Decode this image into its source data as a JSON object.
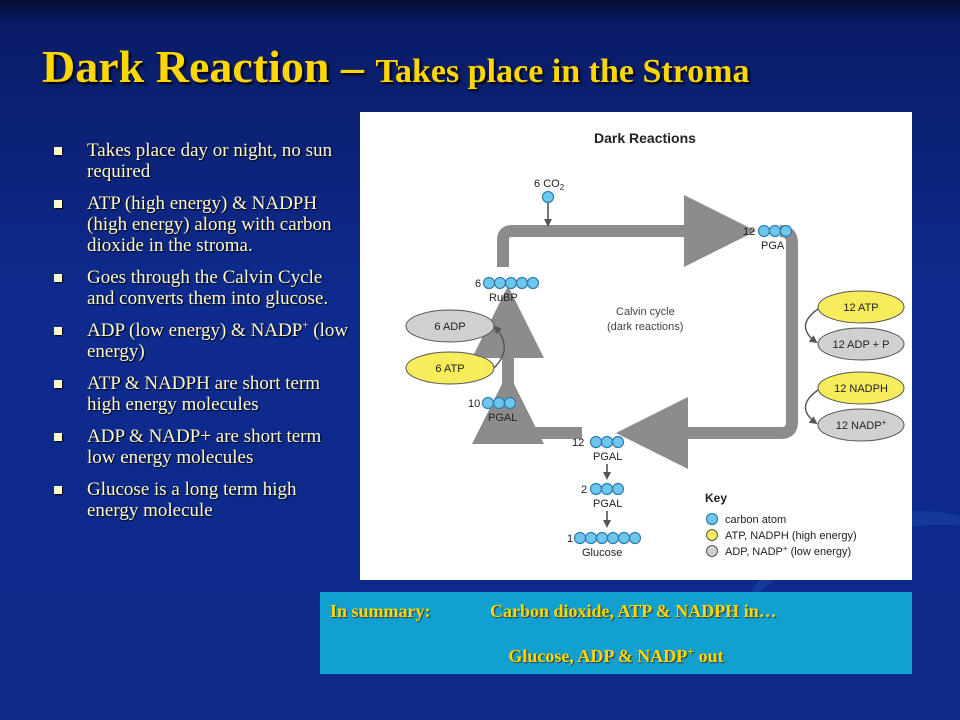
{
  "title": {
    "main": "Dark Reaction – ",
    "sub": "Takes place in the Stroma"
  },
  "bullets": [
    {
      "text": "Takes place day or night, no sun required"
    },
    {
      "text": "ATP (high energy) & NADPH (high energy) along with carbon dioxide in the stroma."
    },
    {
      "text": "Goes through the Calvin Cycle and converts them into glucose."
    },
    {
      "pre": "ADP (low energy) & NADP",
      "sup": "+",
      "post": " (low energy)"
    },
    {
      "text": "ATP & NADPH are short term high energy molecules"
    },
    {
      "text": "ADP & NADP+ are short term low energy molecules"
    },
    {
      "text": "Glucose is a long term high energy molecule"
    }
  ],
  "diagram": {
    "title": "Dark Reactions",
    "co2": {
      "count": "6",
      "label": "CO",
      "sub": "2"
    },
    "pga": {
      "count": "12",
      "label": "PGA"
    },
    "rubp": {
      "count": "6",
      "label": "RuBP"
    },
    "pgal10": {
      "count": "10",
      "label": "PGAL"
    },
    "pgal12": {
      "count": "12",
      "label": "PGAL"
    },
    "pgal2": {
      "count": "2",
      "label": "PGAL"
    },
    "glucose": {
      "count": "1",
      "label": "Glucose"
    },
    "cycle_line1": "Calvin cycle",
    "cycle_line2": "(dark reactions)",
    "ovals": {
      "atp12": "12 ATP",
      "adp12": "12 ADP + P",
      "nadph12": "12 NADPH",
      "nadp12": "12 NADP",
      "nadp12_sup": "+",
      "adp6": "6 ADP",
      "atp6": "6 ATP"
    },
    "key": {
      "title": "Key",
      "item1": "carbon atom",
      "item2": "ATP, NADPH (high energy)",
      "item3": "ADP, NADP",
      "item3_sup": "+",
      "item3_post": " (low energy)"
    },
    "colors": {
      "carbon": "#6ec6ec",
      "high": "#f7ec5c",
      "low": "#d0d0d0",
      "arrow": "#8c8c8c"
    }
  },
  "summary": {
    "lead": "In summary:",
    "line1": "Carbon dioxide, ATP & NADPH in…",
    "line2_pre": "Glucose, ADP & NADP",
    "line2_sup": "+",
    "line2_post": " out"
  },
  "colors": {
    "title": "#ffd700",
    "bullet_text": "#fffacd",
    "summary_bg": "#12a0d0"
  }
}
